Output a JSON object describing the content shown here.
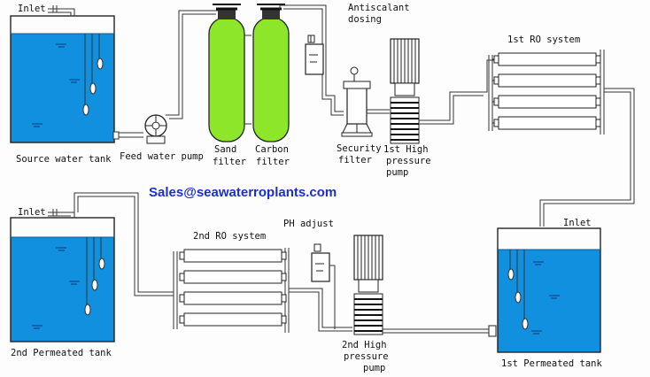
{
  "labels": {
    "inlet_source": "Inlet",
    "source_tank": "Source water tank",
    "feed_pump": "Feed water pump",
    "sand_filter_1": "Sand",
    "sand_filter_2": "filter",
    "carbon_filter_1": "Carbon",
    "carbon_filter_2": "filter",
    "antiscalant_1": "Antiscalant",
    "antiscalant_2": "dosing",
    "security_filter_1": "Security",
    "security_filter_2": "filter",
    "hp_pump_1_l1": "1st High",
    "hp_pump_1_l2": "pressure",
    "hp_pump_1_l3": "pump",
    "ro1": "1st RO system",
    "email": "Sales@seawaterroplants.com",
    "inlet_2nd": "Inlet",
    "ph_adjust": "PH adjust",
    "ro2": "2nd  RO system",
    "inlet_1st": "Inlet",
    "hp_pump_2_l1": "2nd High",
    "hp_pump_2_l2": "pressure",
    "hp_pump_2_l3": "pump",
    "tank_2nd": "2nd Permeated tank",
    "tank_1st": "1st Permeated tank"
  },
  "colors": {
    "water": "#1290e0",
    "filter_media": "#8ee62a",
    "email": "#1a2fd0"
  }
}
